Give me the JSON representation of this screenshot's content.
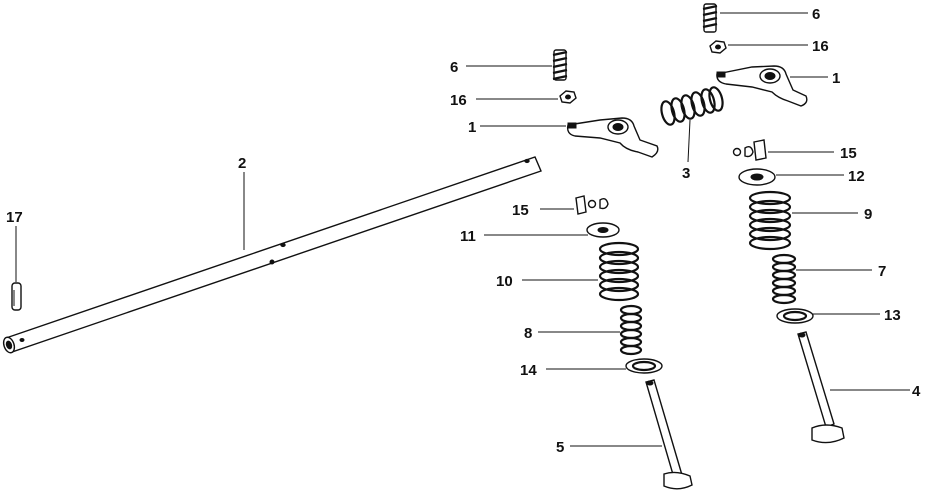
{
  "callouts": [
    {
      "id": "c6a",
      "text": "6"
    },
    {
      "id": "c16a",
      "text": "16"
    },
    {
      "id": "c1a",
      "text": "1"
    },
    {
      "id": "c6b",
      "text": "6"
    },
    {
      "id": "c16b",
      "text": "16"
    },
    {
      "id": "c1b",
      "text": "1"
    },
    {
      "id": "c3",
      "text": "3"
    },
    {
      "id": "c15a",
      "text": "15"
    },
    {
      "id": "c12",
      "text": "12"
    },
    {
      "id": "c9",
      "text": "9"
    },
    {
      "id": "c7",
      "text": "7"
    },
    {
      "id": "c13",
      "text": "13"
    },
    {
      "id": "c4",
      "text": "4"
    },
    {
      "id": "c2",
      "text": "2"
    },
    {
      "id": "c17",
      "text": "17"
    },
    {
      "id": "c15b",
      "text": "15"
    },
    {
      "id": "c11",
      "text": "11"
    },
    {
      "id": "c10",
      "text": "10"
    },
    {
      "id": "c8",
      "text": "8"
    },
    {
      "id": "c14",
      "text": "14"
    },
    {
      "id": "c5",
      "text": "5"
    }
  ]
}
